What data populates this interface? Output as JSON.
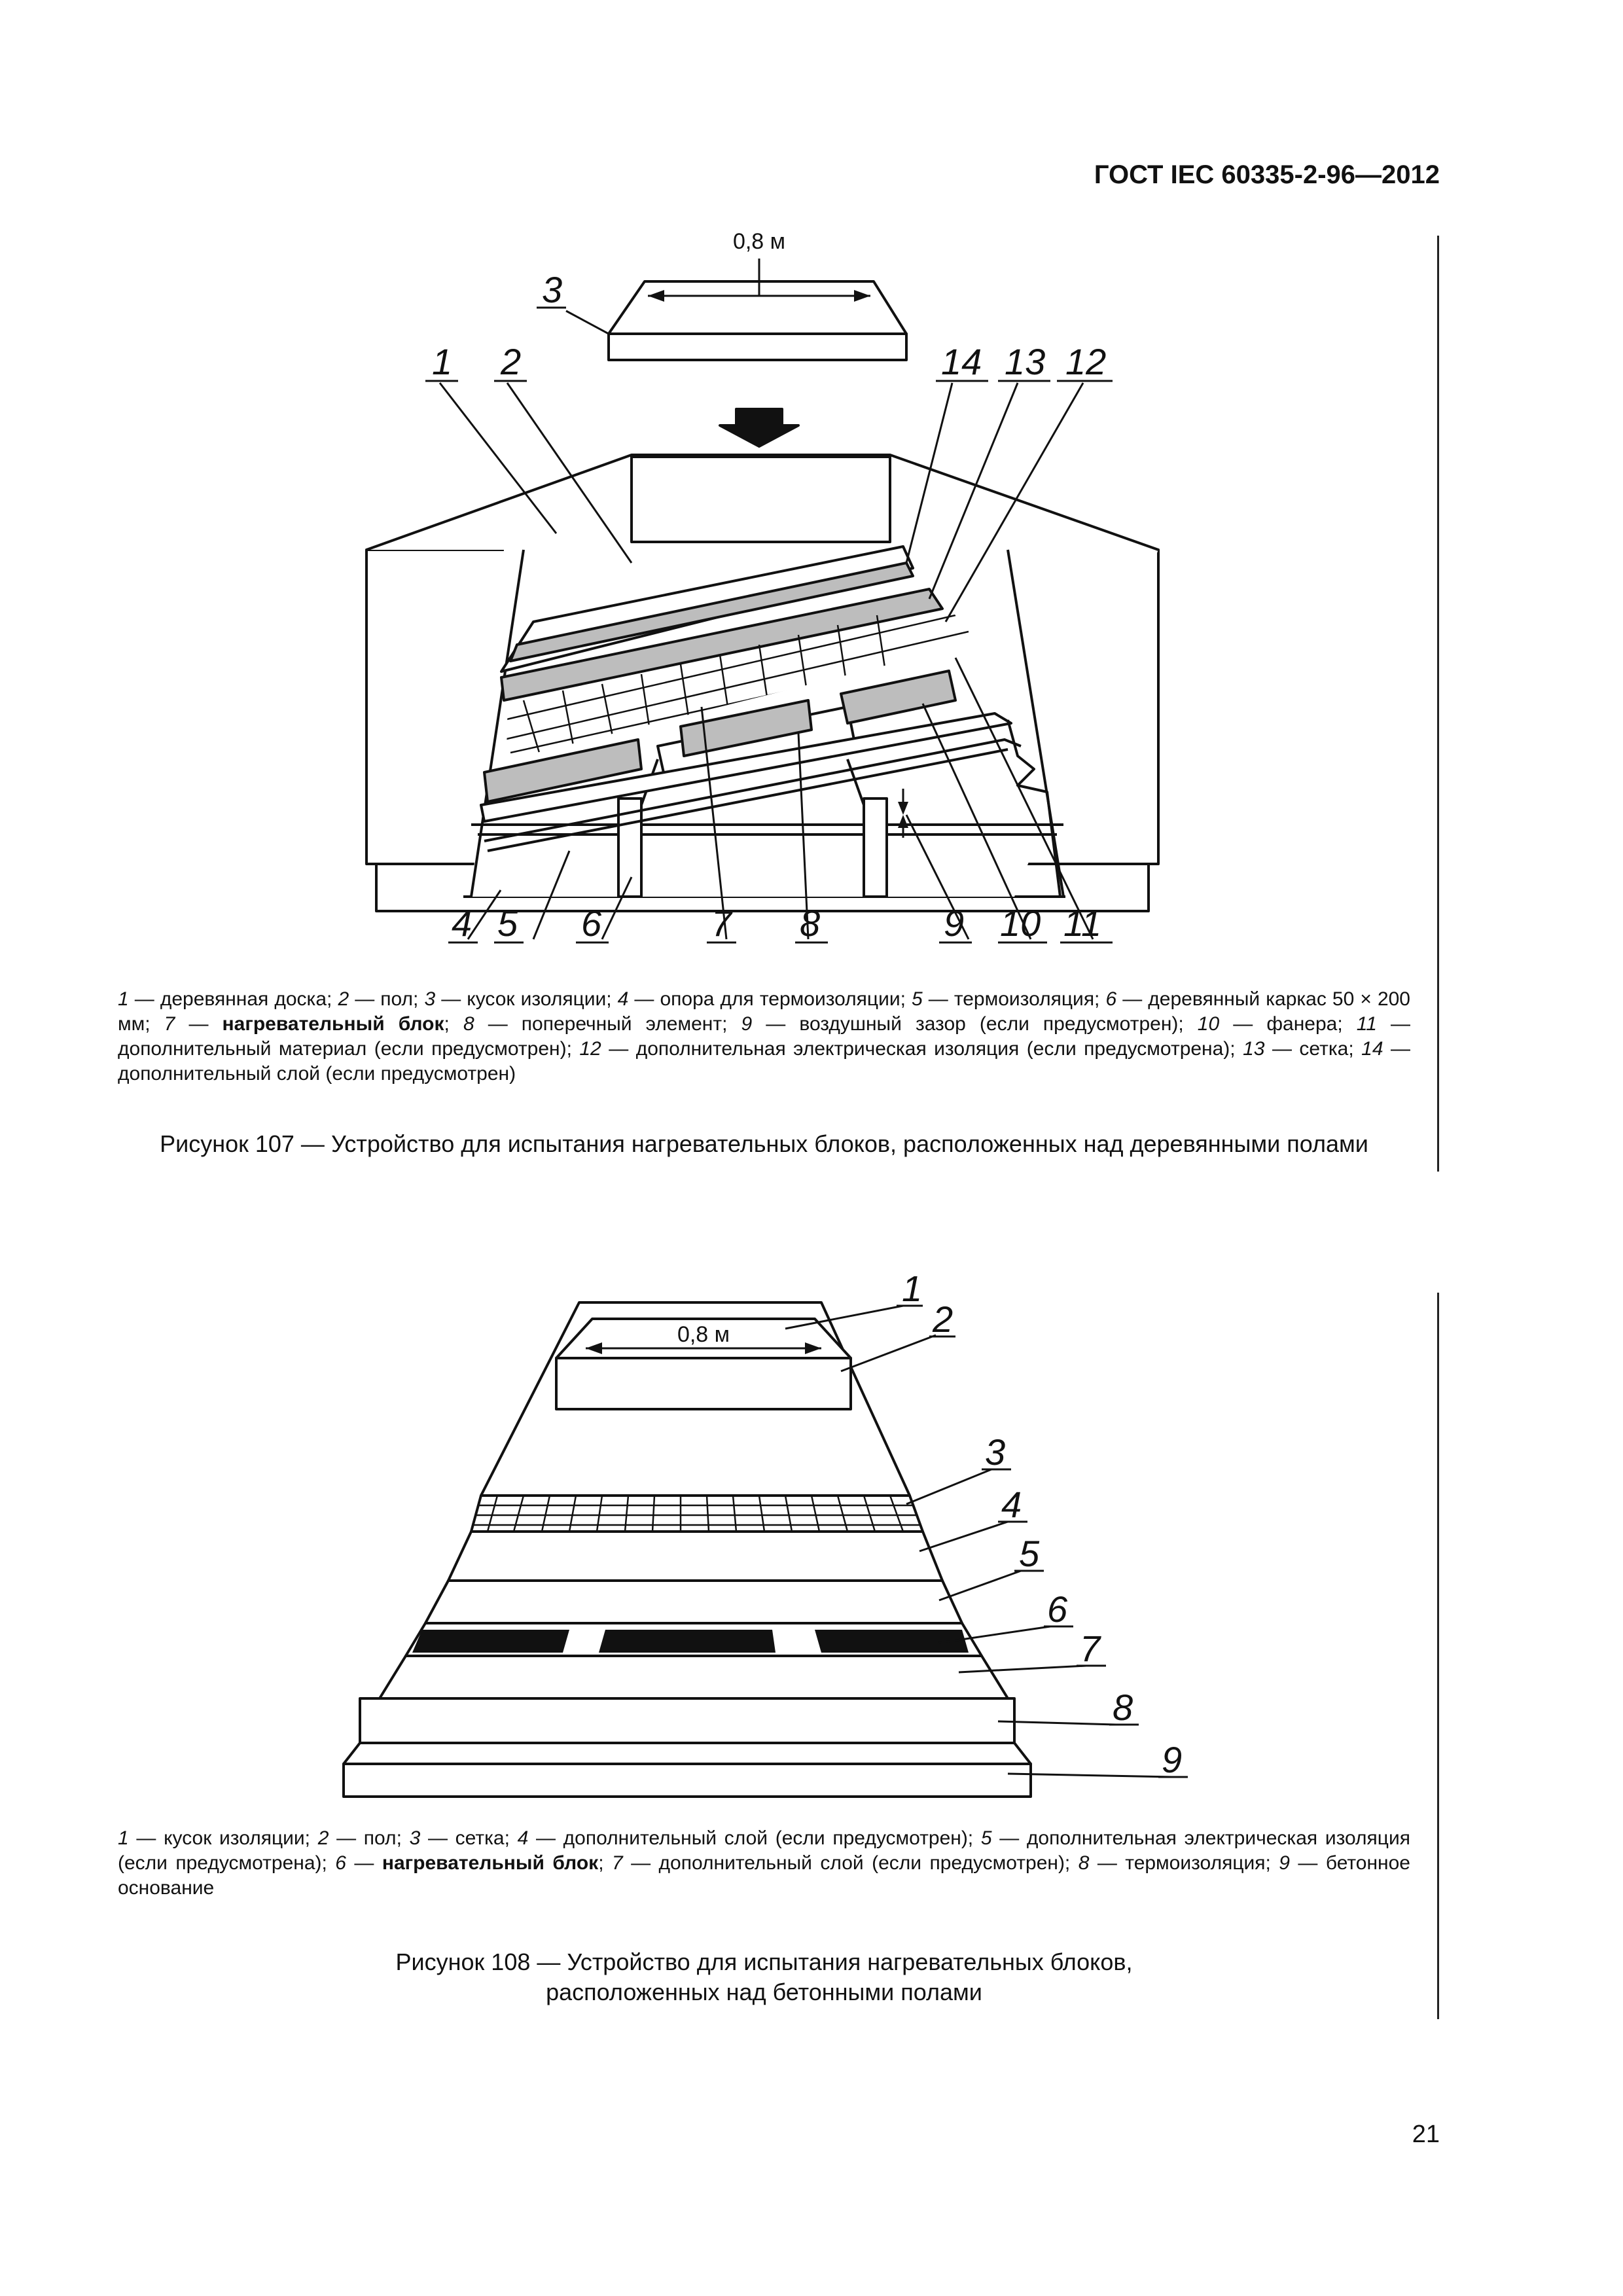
{
  "header": {
    "standard": "ГОСТ IEC 60335-2-96—2012"
  },
  "figure107": {
    "dimension": "0,8 м",
    "top_labels": [
      "3",
      "1",
      "2",
      "14",
      "13",
      "12"
    ],
    "bottom_labels": [
      "4",
      "5",
      "6",
      "7",
      "8",
      "9",
      "10",
      "11"
    ],
    "legend": [
      {
        "n": "1",
        "t": " — деревянная доска; "
      },
      {
        "n": "2",
        "t": " — пол; "
      },
      {
        "n": "3",
        "t": " — кусок изоляции; "
      },
      {
        "n": "4",
        "t": " — опора для термоизоляции; "
      },
      {
        "n": "5",
        "t": " — термоизоляция; "
      },
      {
        "n": "6",
        "t": " — деревянный каркас 50 × 200 мм; "
      },
      {
        "n": "7",
        "t": " — ",
        "b": "нагревательный блок",
        "after": "; "
      },
      {
        "n": "8",
        "t": " — поперечный элемент; "
      },
      {
        "n": "9",
        "t": " — воздушный зазор (если предусмотрен); "
      },
      {
        "n": "10",
        "t": " — фанера; "
      },
      {
        "n": "11",
        "t": " — дополнительный материал (если предусмотрен); "
      },
      {
        "n": "12",
        "t": " — дополнительная электрическая изоляция (если предусмотрена); "
      },
      {
        "n": "13",
        "t": " — сетка; "
      },
      {
        "n": "14",
        "t": " — дополнительный слой (если предусмотрен)"
      }
    ],
    "caption": "Рисунок 107 — Устройство для испытания нагревательных блоков, расположенных над деревянными полами"
  },
  "figure108": {
    "dimension": "0,8 м",
    "labels": [
      "1",
      "2",
      "3",
      "4",
      "5",
      "6",
      "7",
      "8",
      "9"
    ],
    "legend": [
      {
        "n": "1",
        "t": " — кусок изоляции; "
      },
      {
        "n": "2",
        "t": " — пол; "
      },
      {
        "n": "3",
        "t": " — сетка; "
      },
      {
        "n": "4",
        "t": " — дополнительный слой (если предусмотрен); "
      },
      {
        "n": "5",
        "t": " — дополнительная электрическая изоляция (если предусмотрена); "
      },
      {
        "n": "6",
        "t": " — ",
        "b": "нагревательный блок",
        "after": "; "
      },
      {
        "n": "7",
        "t": " — дополнительный слой (если предусмотрен); "
      },
      {
        "n": "8",
        "t": " — термоизоляция; "
      },
      {
        "n": "9",
        "t": " — бетонное основание"
      }
    ],
    "caption_line1": "Рисунок 108 — Устройство для испытания нагревательных блоков,",
    "caption_line2": "расположенных над бетонными полами"
  },
  "page_number": "21"
}
